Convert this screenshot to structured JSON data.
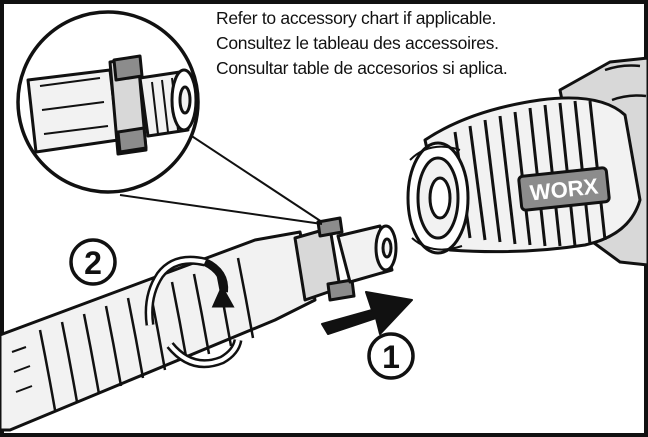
{
  "instructions": {
    "line_en": "Refer to accessory chart if applicable.",
    "line_fr": "Consultez le tableau des accessoires.",
    "line_es": "Consultar table de accesorios si aplica."
  },
  "steps": {
    "step_one": "1",
    "step_two": "2"
  },
  "brand": {
    "logo_text": "WORX"
  },
  "colors": {
    "line": "#111111",
    "fill_light": "#f2f2f2",
    "fill_mid": "#d8d8d8",
    "fill_dark": "#8c8c8c",
    "background": "#ffffff"
  }
}
